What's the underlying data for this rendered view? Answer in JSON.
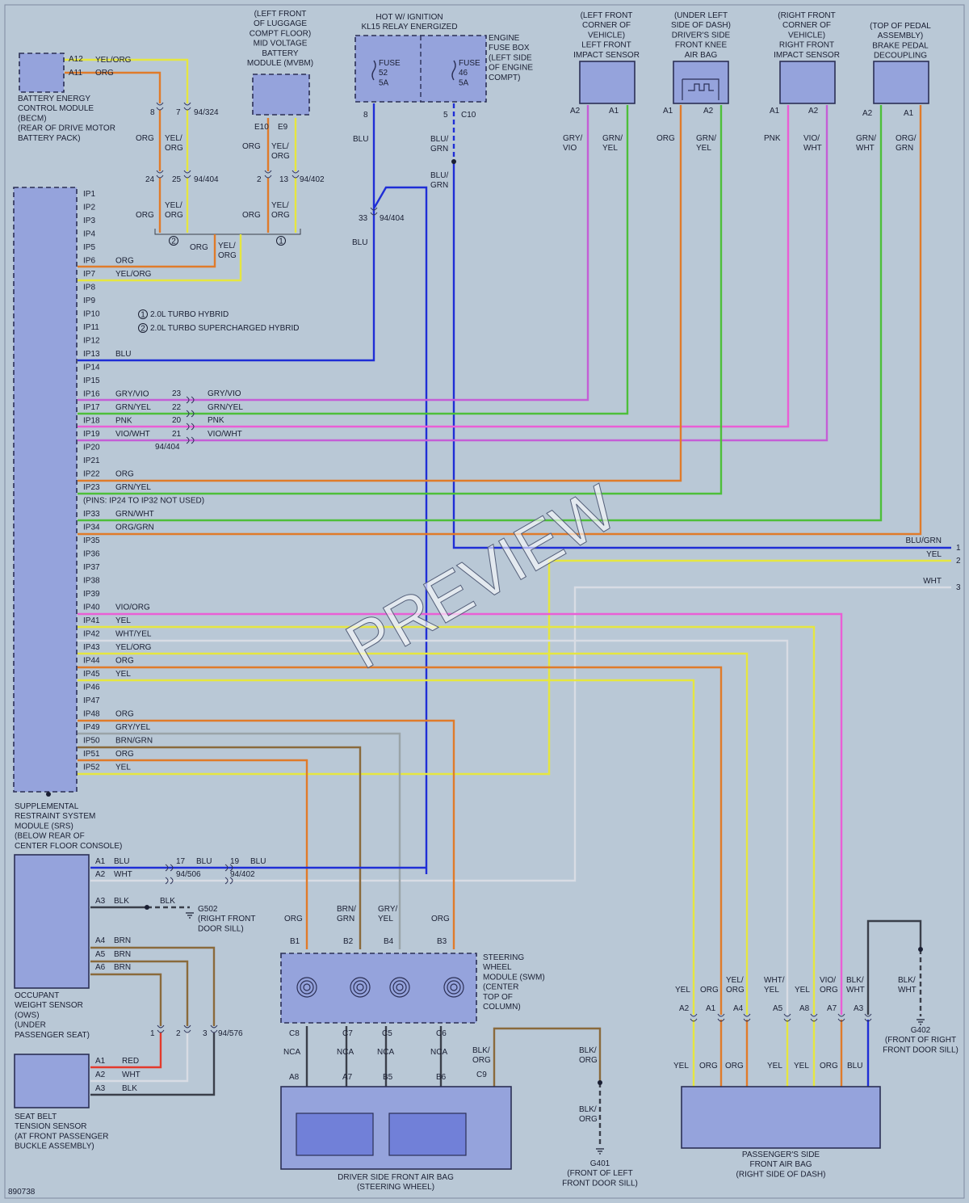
{
  "colors": {
    "background": "#b9c8d6",
    "module": "#95a3dc",
    "outline": "#2b2f55",
    "ORG": "#e07b2a",
    "YEL": "#e6e640",
    "BLU": "#1f2ed6",
    "GRN": "#4dbf3a",
    "PNK": "#ea5ed5",
    "VIO": "#c45ed6",
    "WHT": "#d8dce4",
    "BRN": "#8a6a3c",
    "GRY": "#9aa4a8",
    "RED": "#e33a2c",
    "BLK": "#3a3f4a"
  },
  "modules": {
    "becm": {
      "label": "BATTERY ENERGY\nCONTROL MODULE\n(BECM)\n(REAR OF DRIVE MOTOR\nBATTERY PACK)",
      "pins": [
        "A12",
        "A11"
      ]
    },
    "mvbm": {
      "label": "(LEFT FRONT\nOF LUGGAGE\nCOMPT FLOOR)\nMID VOLTAGE\nBATTERY\nMODULE (MVBM)",
      "pins": [
        "E10",
        "E9"
      ]
    },
    "fusebox": {
      "header": "HOT W/ IGNITION\nKL15 RELAY ENERGIZED",
      "label": "ENGINE\nFUSE BOX\n(LEFT SIDE\nOF ENGINE\nCOMPT)",
      "fuses": [
        {
          "name": "FUSE",
          "num": "52",
          "amp": "5A"
        },
        {
          "name": "FUSE",
          "num": "46",
          "amp": "5A"
        }
      ],
      "pins": [
        "8",
        "5",
        "C10"
      ]
    },
    "lf_impact": {
      "label": "(LEFT FRONT\nCORNER OF\nVEHICLE)\nLEFT FRONT\nIMPACT SENSOR",
      "pins": [
        "A2",
        "A1"
      ]
    },
    "knee_bag": {
      "label": "(UNDER LEFT\nSIDE OF DASH)\nDRIVER'S SIDE\nFRONT KNEE\nAIR BAG",
      "pins": [
        "A1",
        "A2"
      ]
    },
    "rf_impact": {
      "label": "(RIGHT FRONT\nCORNER OF\nVEHICLE)\nRIGHT FRONT\nIMPACT SENSOR",
      "pins": [
        "A1",
        "A2"
      ]
    },
    "pedal": {
      "label": "(TOP OF PEDAL\nASSEMBLY)\nBRAKE PEDAL\nDECOUPLING",
      "pins": [
        "A2",
        "A1"
      ]
    },
    "srs": {
      "label": "SUPPLEMENTAL\nRESTRAINT SYSTEM\nMODULE (SRS)\n(BELOW REAR OF\nCENTER FLOOR CONSOLE)"
    },
    "ows": {
      "label": "OCCUPANT\nWEIGHT SENSOR\n(OWS)\n(UNDER\nPASSENGER SEAT)",
      "pins": [
        "A1",
        "A2",
        "A3",
        "A4",
        "A5",
        "A6"
      ]
    },
    "seatbelt": {
      "label": "SEAT BELT\nTENSION SENSOR\n(AT FRONT PASSENGER\nBUCKLE ASSEMBLY)",
      "pins": [
        "A1",
        "A2",
        "A3"
      ]
    },
    "swm": {
      "label": "STEERING\nWHEEL\nMODULE (SWM)\n(CENTER\nTOP OF\nCOLUMN)",
      "top_pins": [
        "B1",
        "B2",
        "B4",
        "B3"
      ],
      "bottom_pins": [
        "C8",
        "C7",
        "C5",
        "C6"
      ]
    },
    "driver_bag": {
      "label": "DRIVER SIDE FRONT AIR BAG\n(STEERING WHEEL)",
      "pins": [
        "A8",
        "A7",
        "B5",
        "B6",
        "C9"
      ]
    },
    "pass_bag": {
      "label": "PASSENGER'S SIDE\nFRONT AIR BAG\n(RIGHT SIDE OF DASH)",
      "pins": [
        "A2",
        "A1",
        "A4",
        "A5",
        "A8",
        "A7",
        "A3"
      ]
    }
  },
  "srs_pins": [
    {
      "pin": "IP1",
      "wire": ""
    },
    {
      "pin": "IP2",
      "wire": ""
    },
    {
      "pin": "IP3",
      "wire": ""
    },
    {
      "pin": "IP4",
      "wire": ""
    },
    {
      "pin": "IP5",
      "wire": ""
    },
    {
      "pin": "IP6",
      "wire": "ORG"
    },
    {
      "pin": "IP7",
      "wire": "YEL/ORG"
    },
    {
      "pin": "IP8",
      "wire": ""
    },
    {
      "pin": "IP9",
      "wire": ""
    },
    {
      "pin": "IP10",
      "wire": ""
    },
    {
      "pin": "IP11",
      "wire": ""
    },
    {
      "pin": "IP12",
      "wire": ""
    },
    {
      "pin": "IP13",
      "wire": "BLU"
    },
    {
      "pin": "IP14",
      "wire": ""
    },
    {
      "pin": "IP15",
      "wire": ""
    },
    {
      "pin": "IP16",
      "wire": "GRY/VIO"
    },
    {
      "pin": "IP17",
      "wire": "GRN/YEL"
    },
    {
      "pin": "IP18",
      "wire": "PNK"
    },
    {
      "pin": "IP19",
      "wire": "VIO/WHT"
    },
    {
      "pin": "IP20",
      "wire": ""
    },
    {
      "pin": "IP21",
      "wire": ""
    },
    {
      "pin": "IP22",
      "wire": "ORG"
    },
    {
      "pin": "IP23",
      "wire": "GRN/YEL"
    },
    {
      "pin": "(PINS: IP24 TO IP32 NOT USED)",
      "wire": ""
    },
    {
      "pin": "IP33",
      "wire": "GRN/WHT"
    },
    {
      "pin": "IP34",
      "wire": "ORG/GRN"
    },
    {
      "pin": "IP35",
      "wire": ""
    },
    {
      "pin": "IP36",
      "wire": ""
    },
    {
      "pin": "IP37",
      "wire": ""
    },
    {
      "pin": "IP38",
      "wire": ""
    },
    {
      "pin": "IP39",
      "wire": ""
    },
    {
      "pin": "IP40",
      "wire": "VIO/ORG"
    },
    {
      "pin": "IP41",
      "wire": "YEL"
    },
    {
      "pin": "IP42",
      "wire": "WHT/YEL"
    },
    {
      "pin": "IP43",
      "wire": "YEL/ORG"
    },
    {
      "pin": "IP44",
      "wire": "ORG"
    },
    {
      "pin": "IP45",
      "wire": "YEL"
    },
    {
      "pin": "IP46",
      "wire": ""
    },
    {
      "pin": "IP47",
      "wire": ""
    },
    {
      "pin": "IP48",
      "wire": "ORG"
    },
    {
      "pin": "IP49",
      "wire": "GRY/YEL"
    },
    {
      "pin": "IP50",
      "wire": "BRN/GRN"
    },
    {
      "pin": "IP51",
      "wire": "ORG"
    },
    {
      "pin": "IP52",
      "wire": "YEL"
    }
  ],
  "connectors": {
    "c94_324": "94/324",
    "c94_404": "94/404",
    "c94_402": "94/402",
    "c94_506": "94/506",
    "c94_576": "94/576",
    "pins_becm_side": [
      "8",
      "7",
      "24",
      "25"
    ],
    "pins_mvbm_side": [
      "2",
      "13"
    ],
    "pin_33": "33",
    "inline_ip16": "23",
    "inline_ip17": "22",
    "inline_ip18": "20",
    "inline_ip19": "21",
    "ows_pins": [
      "1",
      "2",
      "3"
    ],
    "srs_a_pins": [
      "17",
      "19"
    ]
  },
  "legend": [
    {
      "num": "1",
      "text": "2.0L TURBO HYBRID"
    },
    {
      "num": "2",
      "text": "2.0L TURBO SUPERCHARGED HYBRID"
    }
  ],
  "wire_labels": {
    "yel_org": "YEL/ORG",
    "org": "ORG",
    "yel_org_split": "YEL/\nORG",
    "blu": "BLU",
    "blu_grn": "BLU/\nGRN",
    "blu_grn_flat": "BLU/GRN",
    "gry_vio": "GRY/VIO",
    "gry_vio_split": "GRY/\nVIO",
    "grn_yel": "GRN/YEL",
    "grn_yel_split": "GRN/\nYEL",
    "pnk": "PNK",
    "vio_wht": "VIO/WHT",
    "vio_wht_split": "VIO/\nWHT",
    "grn_wht_split": "GRN/\nWHT",
    "org_grn_split": "ORG/\nGRN",
    "yel": "YEL",
    "wht": "WHT",
    "blk": "BLK",
    "brn": "BRN",
    "red": "RED",
    "nca": "NCA",
    "brn_grn_split": "BRN/\nGRN",
    "gry_yel_split": "GRY/\nYEL",
    "blk_org_split": "BLK/\nORG",
    "wht_yel_split": "WHT/\nYEL",
    "vio_org_split": "VIO/\nORG",
    "blk_wht_split": "BLK/\nWHT"
  },
  "exits": [
    {
      "num": "1",
      "color": "BLU/GRN"
    },
    {
      "num": "2",
      "color": "YEL"
    },
    {
      "num": "3",
      "color": "WHT"
    }
  ],
  "grounds": {
    "g502": "G502\n(RIGHT FRONT\nDOOR SILL)",
    "g401": "G401\n(FRONT OF LEFT\nFRONT DOOR SILL)",
    "g402": "G402\n(FRONT OF RIGHT\nFRONT DOOR SILL)"
  },
  "figure_id": "890738",
  "watermark": "PREVIEW"
}
